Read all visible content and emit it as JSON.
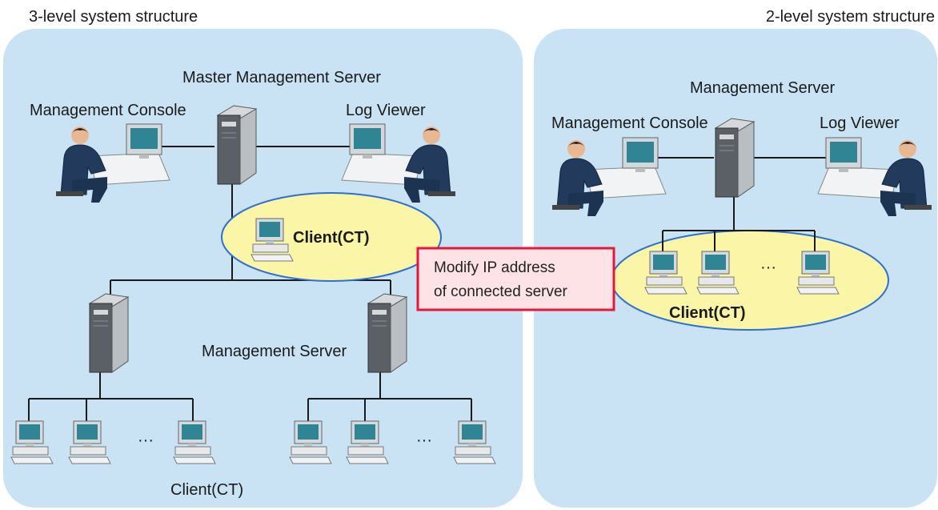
{
  "three_level": {
    "title": "3-level system structure",
    "master_server": "Master Management Server",
    "console": "Management Console",
    "log_viewer": "Log Viewer",
    "client_group": "Client(CT)",
    "management_server": "Management Server",
    "client_bottom": "Client(CT)",
    "ellipsis": "···"
  },
  "two_level": {
    "title": "2-level system structure",
    "management_server": "Management Server",
    "console": "Management Console",
    "log_viewer": "Log Viewer",
    "client_group": "Client(CT)",
    "ellipsis": "···"
  },
  "callout": {
    "line1": "Modify IP address",
    "line2": "of connected server"
  },
  "colors": {
    "panel": "#c9e3f4",
    "ellipse": "#fbf5a8",
    "callout_border": "#e8173a",
    "callout_fill": "#fde2e6"
  }
}
